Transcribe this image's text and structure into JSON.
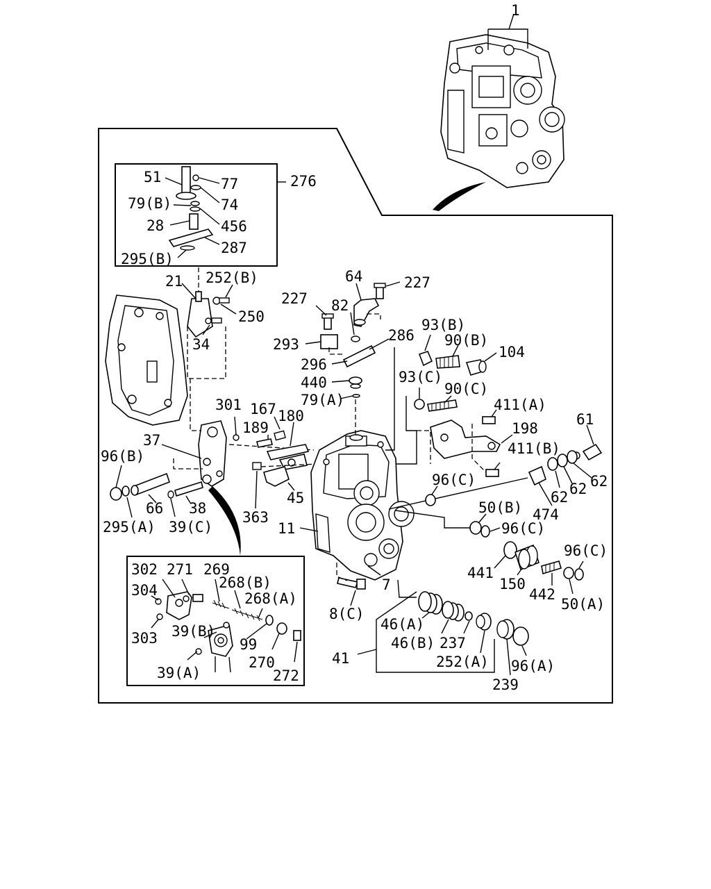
{
  "labels": {
    "l1": "1",
    "l51": "51",
    "l77": "77",
    "l74": "74",
    "l276": "276",
    "l79b": "79(B)",
    "l456": "456",
    "l28": "28",
    "l287": "287",
    "l295b": "295(B)",
    "l21": "21",
    "l252b": "252(B)",
    "l250": "250",
    "l34": "34",
    "l64": "64",
    "l227a": "227",
    "l227b": "227",
    "l82": "82",
    "l293": "293",
    "l286": "286",
    "l296": "296",
    "l440": "440",
    "l79a": "79(A)",
    "l93b": "93(B)",
    "l90b": "90(B)",
    "l104": "104",
    "l93c": "93(C)",
    "l90c": "90(C)",
    "l411a": "411(A)",
    "l198": "198",
    "l61": "61",
    "l411b": "411(B)",
    "l62a": "62",
    "l62b": "62",
    "l62c": "62",
    "l474": "474",
    "l301": "301",
    "l167": "167",
    "l189": "189",
    "l180": "180",
    "l37": "37",
    "l96b": "96(B)",
    "l66": "66",
    "l38": "38",
    "l295a": "295(A)",
    "l39c": "39(C)",
    "l363": "363",
    "l45": "45",
    "l11": "11",
    "l96c1": "96(C)",
    "l50b": "50(B)",
    "l96c2": "96(C)",
    "l96c3": "96(C)",
    "l441": "441",
    "l150": "150",
    "l442": "442",
    "l50a": "50(A)",
    "l7": "7",
    "l8c": "8(C)",
    "l302": "302",
    "l271": "271",
    "l269": "269",
    "l268b": "268(B)",
    "l304": "304",
    "l268a": "268(A)",
    "l303": "303",
    "l39b": "39(B)",
    "l99": "99",
    "l39a": "39(A)",
    "l270": "270",
    "l272": "272",
    "l46a": "46(A)",
    "l46b": "46(B)",
    "l237": "237",
    "l41": "41",
    "l252a": "252(A)",
    "l96a": "96(A)",
    "l239": "239"
  }
}
